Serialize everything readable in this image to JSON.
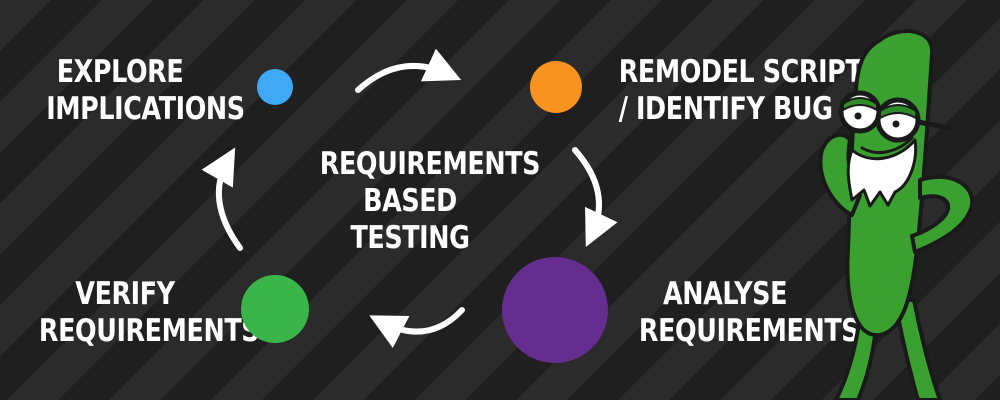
{
  "center_label": [
    "REQUIREMENTS",
    "BASED",
    "TESTING"
  ],
  "steps": {
    "explore": {
      "lines": [
        "EXPLORE",
        "IMPLICATIONS"
      ],
      "color": "#3fa9f5"
    },
    "remodel": {
      "lines": [
        "REMODEL SCRIPT",
        "/ IDENTIFY BUG"
      ],
      "color": "#f7931e"
    },
    "analyse": {
      "lines": [
        "ANALYSE",
        "REQUIREMENTS"
      ],
      "color": "#662d91"
    },
    "verify": {
      "lines": [
        "VERIFY",
        "REQUIREMENTS"
      ],
      "color": "#39b54a"
    }
  },
  "arrow_color": "#ffffff",
  "mascot": {
    "body_color": "#3aa02f",
    "outline_color": "#1a1a1a",
    "icon": "green-bean-mascot-with-glasses-icon"
  }
}
